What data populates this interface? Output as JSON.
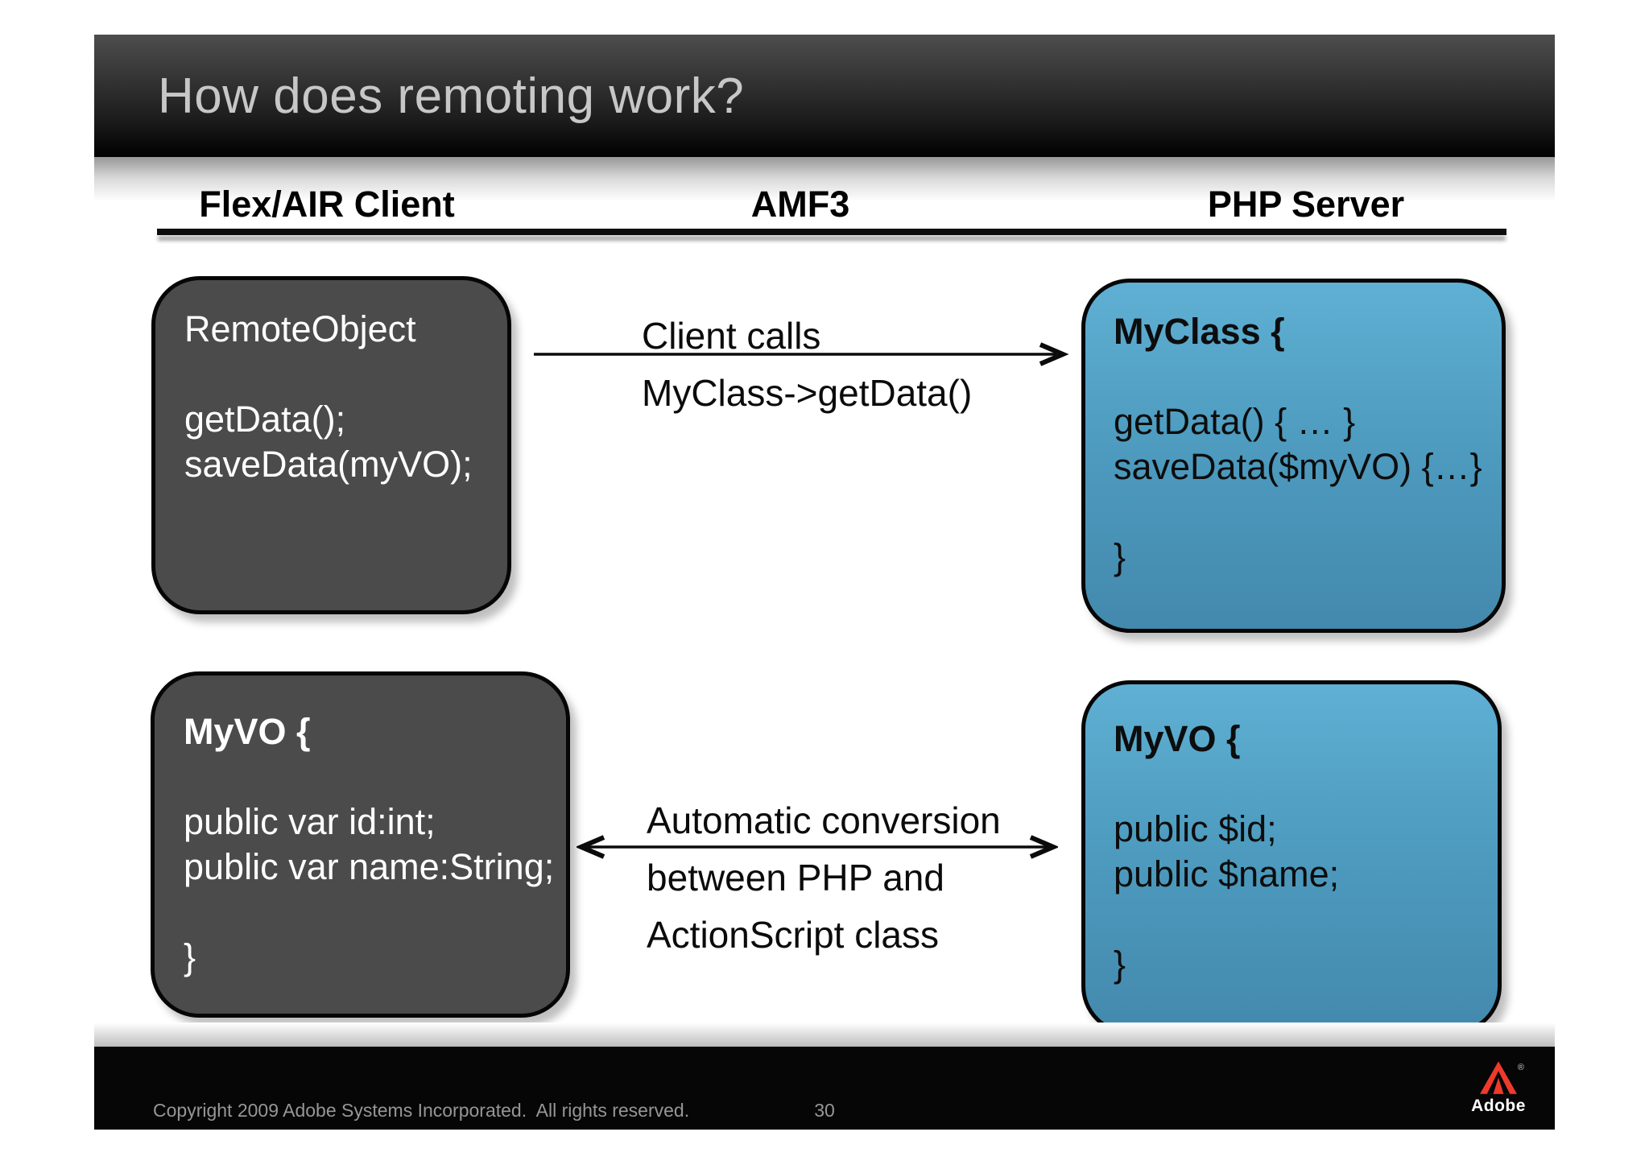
{
  "title_bar": {
    "title": "How does remoting work?"
  },
  "columns": {
    "client": "Flex/AIR Client",
    "amf3": "AMF3",
    "server": "PHP Server"
  },
  "boxes": {
    "remote_object": {
      "lines": [
        "RemoteObject",
        "",
        "getData();",
        "saveData(myVO);"
      ]
    },
    "my_class": {
      "lines": [
        "MyClass {",
        "",
        "getData() { … }",
        "saveData($myVO) {…}",
        "",
        "}"
      ]
    },
    "my_vo_as": {
      "lines": [
        "MyVO {",
        "",
        "public var id:int;",
        "public var name:String;",
        "",
        "}"
      ]
    },
    "my_vo_php": {
      "lines": [
        "MyVO {",
        "",
        "public $id;",
        "public $name;",
        "",
        "}"
      ]
    }
  },
  "arrows": {
    "call": {
      "lines": [
        "Client calls",
        "MyClass->getData()"
      ]
    },
    "conversion": {
      "lines": [
        "Automatic conversion",
        "between PHP and",
        "ActionScript class"
      ]
    }
  },
  "footer": {
    "copyright": "Copyright 2009 Adobe Systems Incorporated.  All rights reserved.",
    "page_number": "30",
    "logo": {
      "text": "Adobe",
      "registered": "®"
    }
  },
  "colors": {
    "title_text": "#c7c7c7",
    "box_dark": "#4b4b4b",
    "box_blue_top": "#5fb0d4",
    "box_blue_bottom": "#4389ad",
    "adobe_red": "#ee3a2c",
    "footer_text": "#969696"
  }
}
